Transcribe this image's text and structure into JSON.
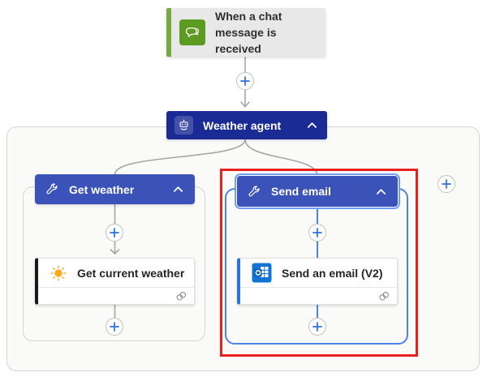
{
  "trigger": {
    "title": "When a chat message is received",
    "icon": "chat-bubbles-icon",
    "bg_color": "#E8E8E8",
    "accent_color": "#79A93D",
    "icon_bg_color": "#5C9B22"
  },
  "agent": {
    "title": "Weather agent",
    "icon": "robot-icon",
    "header_color": "#1A2B96",
    "state": "expanded"
  },
  "tools": [
    {
      "title": "Get weather",
      "icon": "wrench-icon",
      "header_color": "#3B52B8",
      "selected": false,
      "action": {
        "title": "Get current weather",
        "icon": "sun-icon",
        "accent_color": "#1B1A19",
        "connection_icon": "link-icon"
      }
    },
    {
      "title": "Send email",
      "icon": "wrench-icon",
      "header_color": "#3B52B8",
      "selected": true,
      "action": {
        "title": "Send an email (V2)",
        "icon": "outlook-icon",
        "accent_color": "#2B72D9",
        "connection_icon": "link-icon"
      }
    }
  ],
  "colors": {
    "canvas_bg": "#FFFFFF",
    "container_bg": "#FAFAF9",
    "container_border": "#D6D4D4",
    "selection_blue": "#4D82E8",
    "selection_outline": "#6F9FF5",
    "connector_gray": "#A6A6A6",
    "plus_blue": "#2E6FDF",
    "highlight_red": "#E8201E",
    "sun_orange": "#F7A81B",
    "outlook_blue": "#1173D4"
  }
}
